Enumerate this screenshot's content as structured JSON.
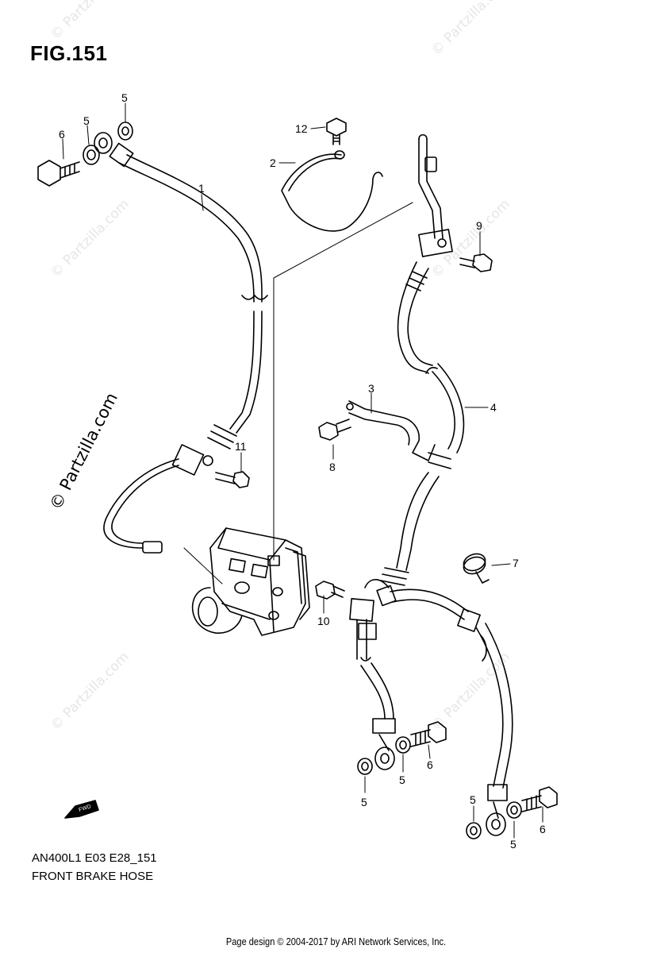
{
  "figure": {
    "title": "FIG.151"
  },
  "watermark": {
    "main": "© Partzilla.com",
    "light": "© Partzilla.com"
  },
  "footer": {
    "model_code": "AN400L1 E03 E28_151",
    "caption": "FRONT BRAKE HOSE",
    "credit": "Page design © 2004-2017 by ARI Network Services, Inc."
  },
  "fwd_badge": "FWD",
  "callouts": {
    "c1": "1",
    "c2": "2",
    "c3": "3",
    "c4": "4",
    "c5a": "5",
    "c5b": "5",
    "c5c": "5",
    "c5d": "5",
    "c5e": "5",
    "c5f": "5",
    "c6a": "6",
    "c6b": "6",
    "c6c": "6",
    "c7": "7",
    "c8": "8",
    "c9": "9",
    "c10": "10",
    "c11": "11",
    "c12": "12"
  }
}
